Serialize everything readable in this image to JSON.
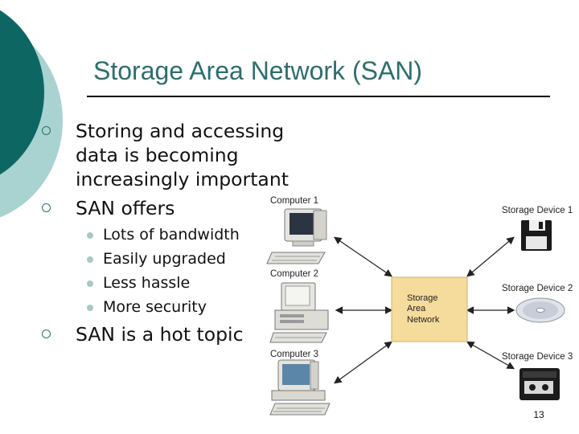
{
  "slide": {
    "title": "Storage Area Network (SAN)",
    "page_number": "13",
    "bullets": [
      {
        "lines": [
          "Storing and accessing",
          "data is becoming",
          "increasingly important"
        ]
      },
      {
        "lines": [
          "SAN offers"
        ]
      },
      {
        "lines": [
          "SAN is a hot topic"
        ]
      }
    ],
    "sub_bullets": [
      "Lots of bandwidth",
      "Easily upgraded",
      "Less hassle",
      "More security"
    ]
  },
  "diagram": {
    "computers": [
      "Computer 1",
      "Computer 2",
      "Computer 3"
    ],
    "storage_devices": [
      "Storage Device 1",
      "Storage Device 2",
      "Storage Device 3"
    ],
    "core": [
      "Storage",
      "Area",
      "Network"
    ],
    "core_color": "#f6dc9c"
  },
  "theme": {
    "accent": "#2e6e6d",
    "teal_dark": "#0e6663",
    "teal_light": "#a8d3d0"
  }
}
